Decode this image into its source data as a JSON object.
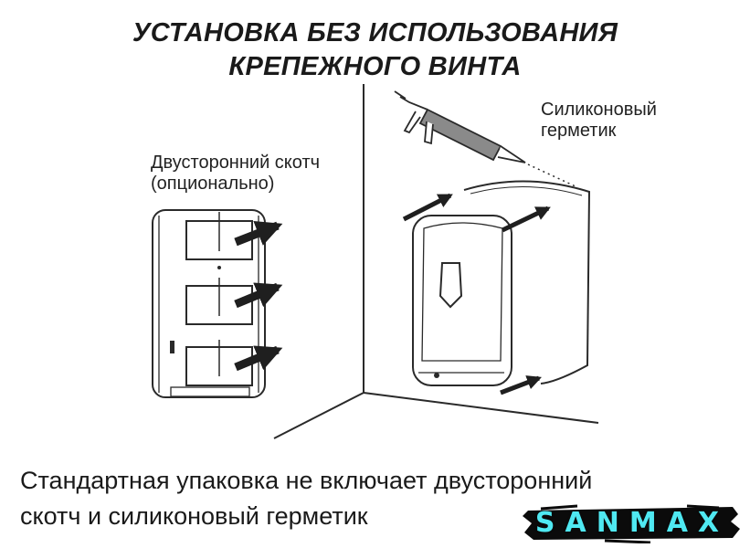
{
  "title": {
    "line1": "УСТАНОВКА БЕЗ ИСПОЛЬЗОВАНИЯ",
    "line2": "КРЕПЕЖНОГО ВИНТА"
  },
  "labels": {
    "tape_line1": "Двусторонний скотч",
    "tape_line2": "(опционально)",
    "sealant_line1": "Силиконовый",
    "sealant_line2": "герметик"
  },
  "footer": {
    "line1": "Стандартная упаковка не включает двусторонний",
    "line2": "скотч и силиконовый герметик"
  },
  "logo": {
    "text": "SANMAX",
    "text_color": "#4fe9f2",
    "background_color": "#0b0b0b"
  },
  "colors": {
    "line": "#2a2a2a",
    "arrow": "#1f1f1f",
    "caulk_gun": "#8a8a8a"
  },
  "icons": {
    "caulk_gun": "caulk-gun-icon",
    "arrow": "arrow-icon"
  }
}
